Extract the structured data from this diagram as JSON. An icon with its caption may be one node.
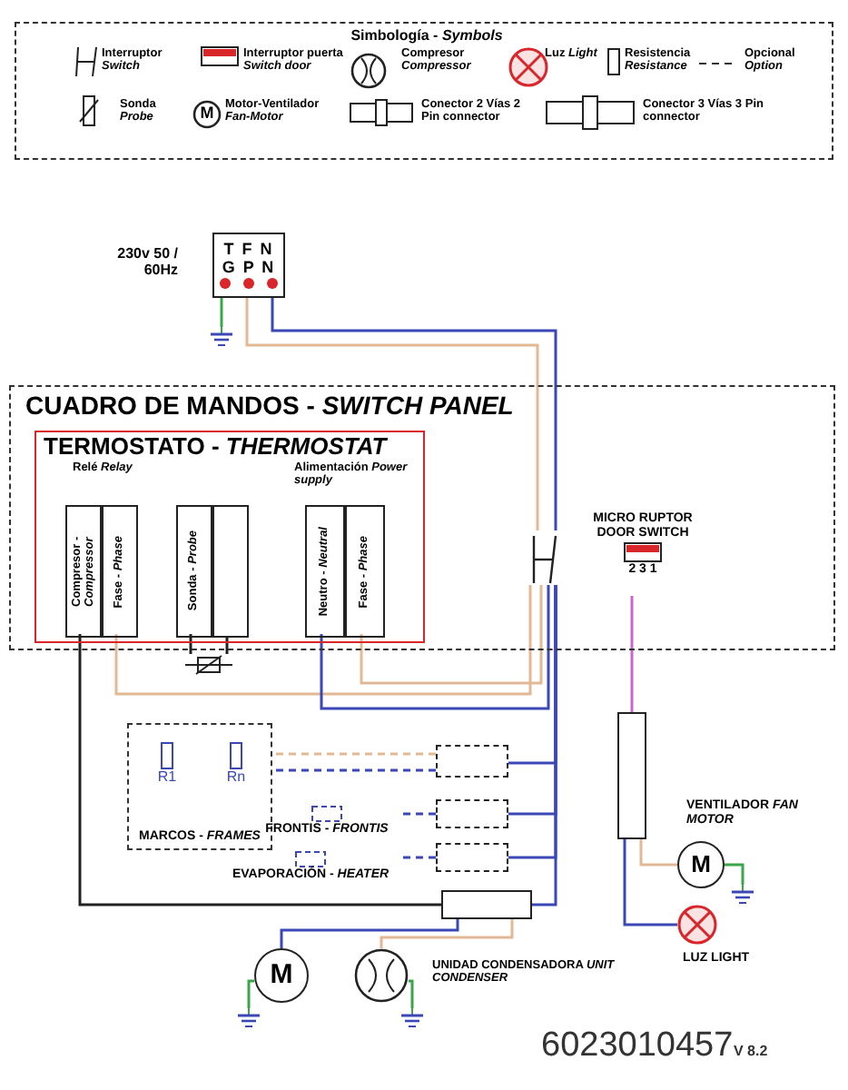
{
  "diagram": {
    "nodes": [
      {
        "text": [
          "T F N",
          "G P N"
        ],
        "beside": [
          "230v 50 / 60Hz"
        ]
      },
      {
        "text": [
          "CUADRO DE MANDOS - *SWITCH PANEL*"
        ]
      },
      {
        "text": [
          "TERMOSTATO - *THERMOSTAT*"
        ],
        "in": 1
      },
      {
        "text": [
          "Compresor - *Compressor*"
        ],
        "in": 2
      },
      {
        "text": [
          "Fase - *Phase*"
        ],
        "in": 2
      },
      {
        "text": [
          "Sonda - *Probe*"
        ],
        "in": 2
      },
      {
        "text": [],
        "shape": "box",
        "in": 2
      },
      {
        "text": [
          "Neutro - *Neutral*"
        ],
        "in": 2
      },
      {
        "text": [
          "Fase - *Phase*"
        ],
        "in": 2
      },
      {
        "text": [],
        "shape": "picture"
      },
      {
        "text": [],
        "shape": "picture",
        "in": 1
      },
      {
        "text": [
          "MICRO RUPTOR DOOR SWITCH",
          "2 3 1"
        ],
        "in": 1
      },
      {
        "text": [
          "MARCOS - *FRAMES*"
        ]
      },
      {
        "text": [
          "R1"
        ],
        "in": 12
      },
      {
        "text": [
          "Rn"
        ],
        "in": 12
      },
      {
        "text": [],
        "shape": "box"
      },
      {
        "text": [
          "FRONTIS - *FRONTIS*"
        ]
      },
      {
        "text": [],
        "shape": "box"
      },
      {
        "text": [
          "EVAPORACIÓN - *HEATER*"
        ]
      },
      {
        "text": [],
        "shape": "box"
      },
      {
        "text": [],
        "shape": "box"
      },
      {
        "text": [
          "M"
        ],
        "beside": [
          "VENTILADOR *FAN MOTOR*"
        ]
      },
      {
        "text": [],
        "shape": "circle",
        "beside": [
          "LUZ LIGHT"
        ]
      },
      {
        "text": [],
        "shape": "box"
      },
      {
        "text": [
          "M"
        ]
      },
      {
        "text": [],
        "shape": "circle"
      },
      {
        "text": [],
        "shape": "ground"
      },
      {
        "text": [],
        "shape": "ground"
      },
      {
        "text": [],
        "shape": "ground"
      },
      {
        "text": [],
        "shape": "ground"
      }
    ],
    "edges": [
      {
        "from": 0,
        "to": 26,
        "arrow": "none",
        "color": "#3aa64a"
      },
      {
        "from": 0,
        "to": 10,
        "arrow": "none",
        "color": "#e2b994"
      },
      {
        "from": 0,
        "to": 10,
        "arrow": "none"
      },
      {
        "from": 4,
        "to": 10,
        "arrow": "none",
        "color": "#e2b994"
      },
      {
        "from": 8,
        "to": 10,
        "arrow": "none",
        "color": "#e2b994"
      },
      {
        "from": 7,
        "to": 10,
        "arrow": "none"
      },
      {
        "from": 5,
        "to": 9,
        "arrow": "none",
        "color": "#222222"
      },
      {
        "from": 6,
        "to": 9,
        "arrow": "none",
        "color": "#222222"
      },
      {
        "from": 3,
        "to": 20,
        "arrow": "none",
        "color": "#222222"
      },
      {
        "from": 11,
        "to": 23,
        "arrow": "none",
        "color": "#cc66cc"
      },
      {
        "from": 10,
        "to": 15,
        "arrow": "none"
      },
      {
        "from": 10,
        "to": 17,
        "arrow": "none"
      },
      {
        "from": 10,
        "to": 19,
        "arrow": "none"
      },
      {
        "from": 10,
        "to": 20,
        "arrow": "none"
      },
      {
        "from": 15,
        "to": 12,
        "arrow": "none",
        "style": "dashed",
        "color": "#e2b994"
      },
      {
        "from": 15,
        "to": 12,
        "arrow": "none",
        "style": "dashed"
      },
      {
        "from": 17,
        "to": 16,
        "arrow": "none",
        "style": "dashed"
      },
      {
        "from": 19,
        "to": 18,
        "arrow": "none",
        "style": "dashed"
      },
      {
        "from": 20,
        "to": 24,
        "arrow": "none"
      },
      {
        "from": 20,
        "to": 25,
        "arrow": "none",
        "color": "#e2b994"
      },
      {
        "from": 23,
        "to": 21,
        "arrow": "none",
        "color": "#e2b994"
      },
      {
        "from": 23,
        "to": 22,
        "arrow": "none"
      },
      {
        "from": 21,
        "to": 27,
        "arrow": "none",
        "color": "#3aa64a"
      },
      {
        "from": 24,
        "to": 28,
        "arrow": "none",
        "color": "#3aa64a"
      },
      {
        "from": 25,
        "to": 29,
        "arrow": "none",
        "color": "#3aa64a"
      }
    ],
    "labels": [
      "Simbología - *Symbols*",
      "M",
      "Relé *Relay*",
      "Alimentación *Power supply*",
      "UNIDAD CONDENSADORA *UNIT CONDENSER*",
      "6023010457",
      "V 8.2"
    ],
    "legend": [
      {
        "text": "Interruptor *Switch*"
      },
      {
        "text": "Interruptor puerta *Switch door*"
      },
      {
        "text": "Compresor *Compressor*"
      },
      {
        "text": "Luz *Light*"
      },
      {
        "text": "Resistencia *Resistance*"
      },
      {
        "text": "Opcional *Option*"
      },
      {
        "text": "Sonda *Probe*"
      },
      {
        "text": "Motor-Ventilador *Fan-Motor*"
      },
      {
        "text": "Conector 2 Vías 2 Pin connector"
      },
      {
        "text": "Conector 3 Vías 3 Pin connector"
      }
    ]
  }
}
